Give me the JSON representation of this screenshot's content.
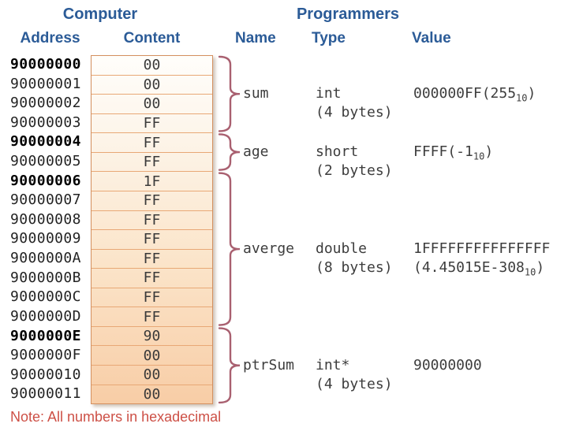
{
  "title_row": {
    "computer": "Computer",
    "programmers": "Programmers"
  },
  "columns": {
    "address": "Address",
    "content": "Content",
    "name": "Name",
    "type": "Type",
    "value": "Value"
  },
  "memory": {
    "rows": [
      {
        "address": "90000000",
        "content": "00",
        "bold": true
      },
      {
        "address": "90000001",
        "content": "00",
        "bold": false
      },
      {
        "address": "90000002",
        "content": "00",
        "bold": false
      },
      {
        "address": "90000003",
        "content": "FF",
        "bold": false
      },
      {
        "address": "90000004",
        "content": "FF",
        "bold": true
      },
      {
        "address": "90000005",
        "content": "FF",
        "bold": false
      },
      {
        "address": "90000006",
        "content": "1F",
        "bold": true
      },
      {
        "address": "90000007",
        "content": "FF",
        "bold": false
      },
      {
        "address": "90000008",
        "content": "FF",
        "bold": false
      },
      {
        "address": "90000009",
        "content": "FF",
        "bold": false
      },
      {
        "address": "9000000A",
        "content": "FF",
        "bold": false
      },
      {
        "address": "9000000B",
        "content": "FF",
        "bold": false
      },
      {
        "address": "9000000C",
        "content": "FF",
        "bold": false
      },
      {
        "address": "9000000D",
        "content": "FF",
        "bold": false
      },
      {
        "address": "9000000E",
        "content": "90",
        "bold": true
      },
      {
        "address": "9000000F",
        "content": "00",
        "bold": false
      },
      {
        "address": "90000010",
        "content": "00",
        "bold": false
      },
      {
        "address": "90000011",
        "content": "00",
        "bold": false
      }
    ]
  },
  "variables": [
    {
      "name": "sum",
      "type_line1": "int",
      "type_line2": "(4 bytes)",
      "value_line1": [
        {
          "t": "000000FF(255"
        },
        {
          "s": "10"
        },
        {
          "t": ")"
        }
      ],
      "value_line2": [],
      "row_start": 0,
      "row_end": 3
    },
    {
      "name": "age",
      "type_line1": "short",
      "type_line2": "(2 bytes)",
      "value_line1": [
        {
          "t": "FFFF(-1"
        },
        {
          "s": "10"
        },
        {
          "t": ")"
        }
      ],
      "value_line2": [],
      "row_start": 4,
      "row_end": 5
    },
    {
      "name": "averge",
      "type_line1": "double",
      "type_line2": "(8 bytes)",
      "value_line1": [
        {
          "t": "1FFFFFFFFFFFFFFF"
        }
      ],
      "value_line2": [
        {
          "t": "(4.45015E-308"
        },
        {
          "s": "10"
        },
        {
          "t": ")"
        }
      ],
      "row_start": 6,
      "row_end": 13
    },
    {
      "name": "ptrSum",
      "type_line1": "int*",
      "type_line2": "(4 bytes)",
      "value_line1": [
        {
          "t": "90000000"
        }
      ],
      "value_line2": [],
      "row_start": 14,
      "row_end": 17
    }
  ],
  "note": "Note: All numbers in hexadecimal",
  "colors": {
    "header_blue": "#2b5b97",
    "brace": "#a96070",
    "note_red": "#cd5046",
    "cell_border": "#e8a876",
    "box_border": "#d4905f",
    "gradient_top": "#fffefb",
    "gradient_bottom": "#f8cda6"
  }
}
